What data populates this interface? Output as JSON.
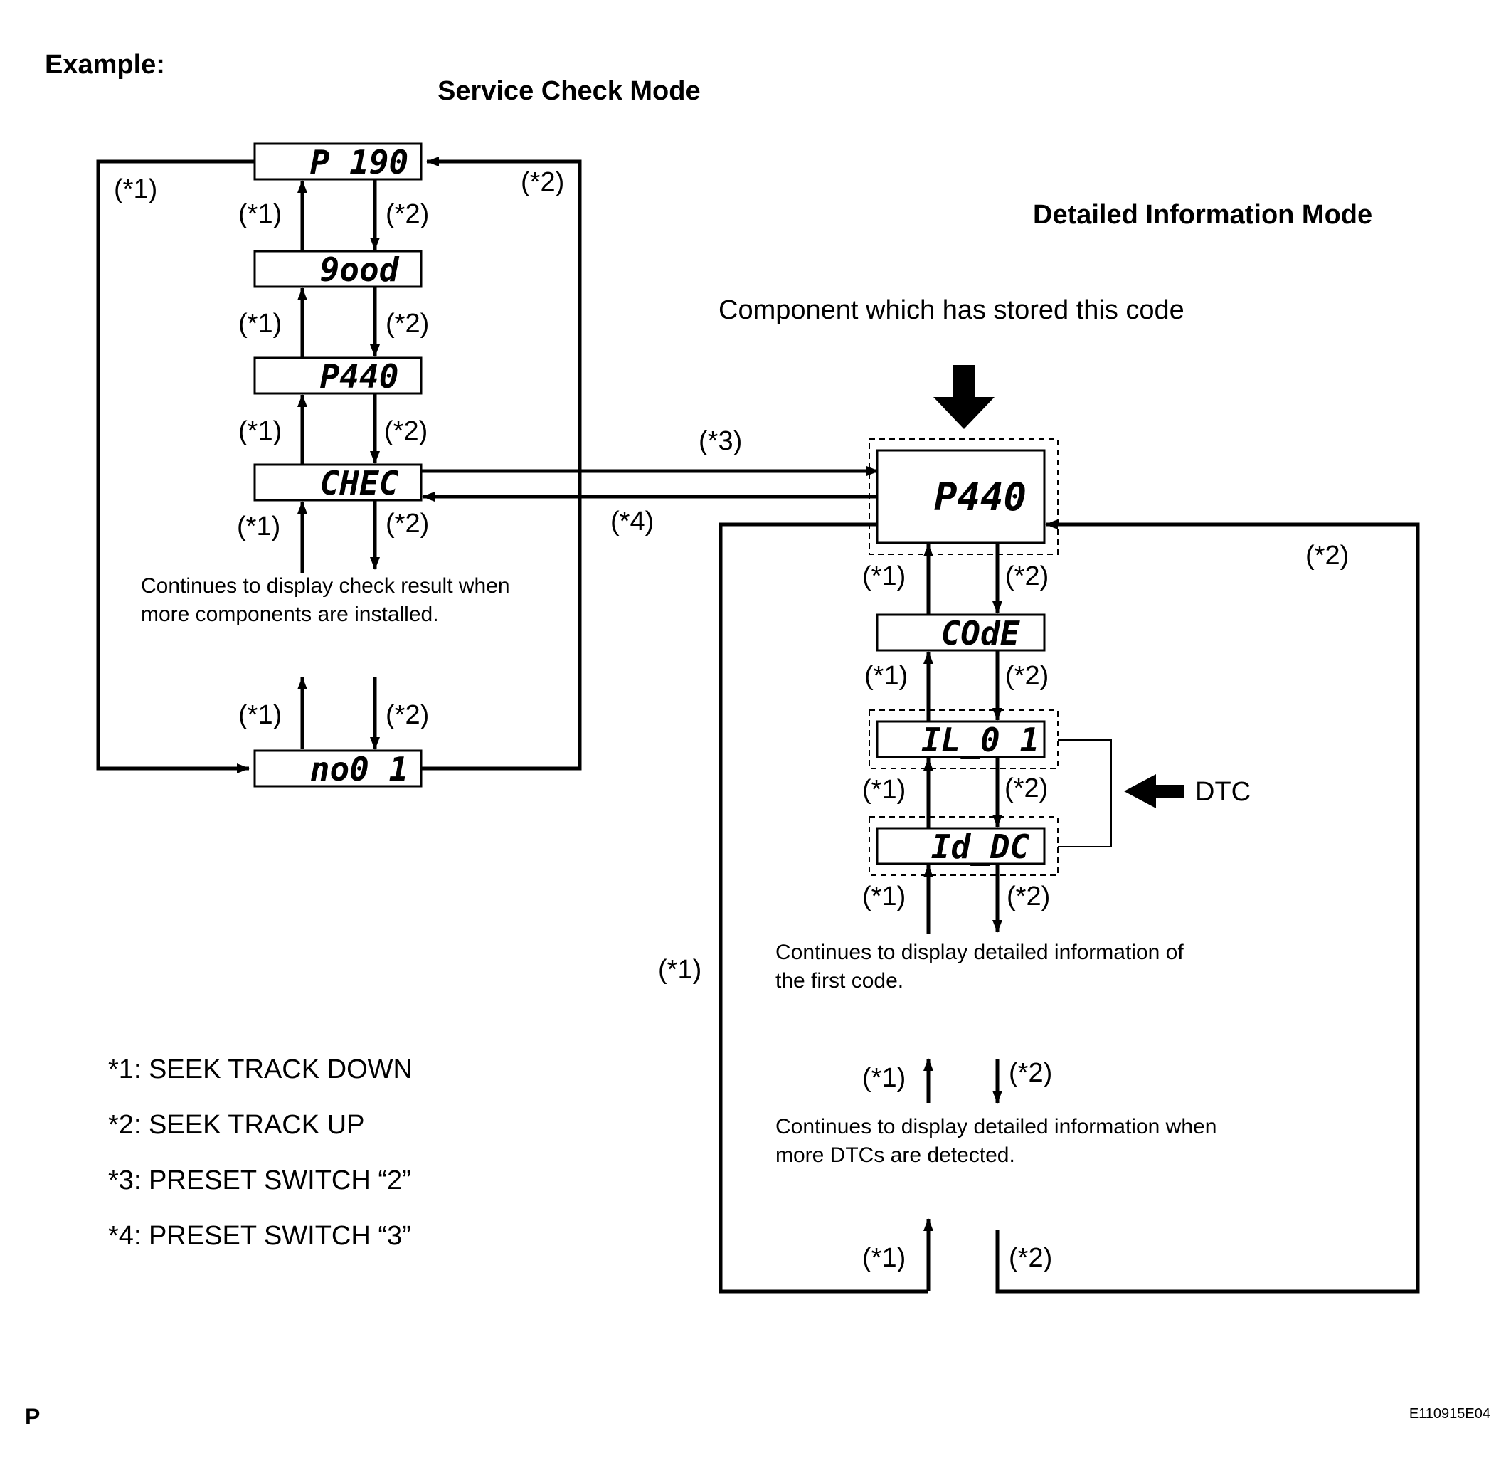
{
  "example_label": "Example:",
  "service_mode_title": "Service Check Mode",
  "detailed_mode_title": "Detailed Information Mode",
  "component_caption": "Component which has stored this code",
  "dtc_label": "DTC",
  "service_displays": {
    "d1": "P 190",
    "d2": "9ood",
    "d3": "P440",
    "d4": "CHEC",
    "d5": "no0 1"
  },
  "detailed_displays": {
    "d1": "P440",
    "d2": "COdE",
    "d3": "IL_0 1",
    "d4": "Id_DC"
  },
  "labels": {
    "s1": "*1",
    "s2": "*2",
    "s3": "*3",
    "s4": "*4"
  },
  "notes": {
    "service_line1": "Continues to display check result when",
    "service_line2": "more components are installed.",
    "detail1_line1": "Continues to display detailed information of",
    "detail1_line2": "the first code.",
    "detail2_line1": "Continues to display detailed information when",
    "detail2_line2": "more DTCs are detected."
  },
  "legend": [
    "*1: SEEK TRACK DOWN",
    "*2: SEEK TRACK UP",
    "*3: PRESET SWITCH “2”",
    "*4: PRESET SWITCH “3”"
  ],
  "footer_left": "P",
  "footer_right": "E110915E04"
}
